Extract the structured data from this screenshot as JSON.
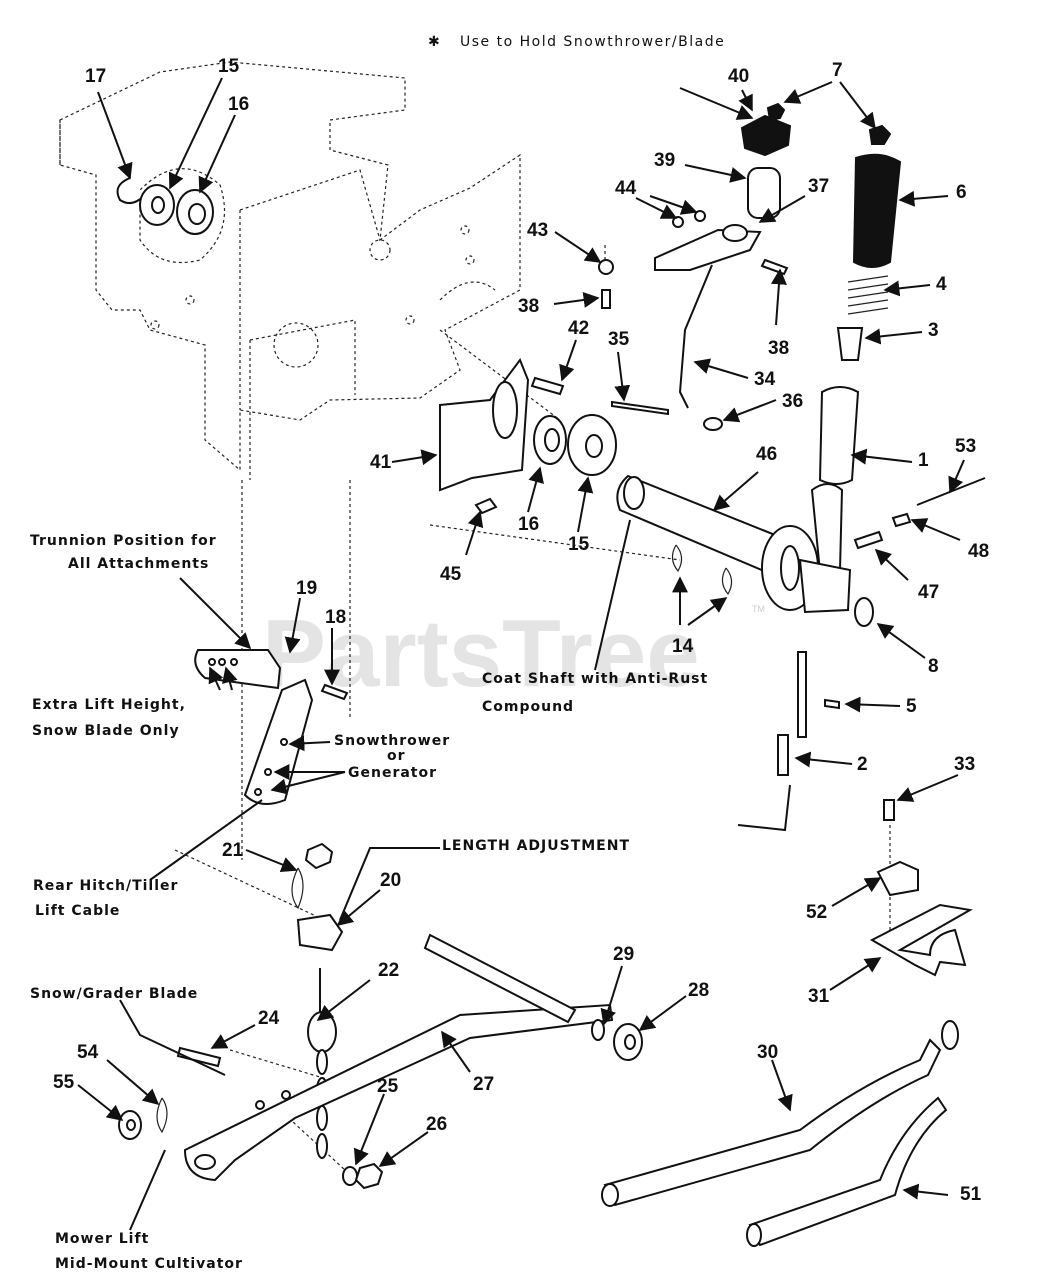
{
  "header_note": "Use to Hold Snowthrower/Blade",
  "header_star": "✱",
  "watermark": "PartsTree",
  "watermark_tm": "TM",
  "annotations": {
    "trunnion_line1": "Trunnion Position for",
    "trunnion_line2": "All Attachments",
    "extra_line1": "Extra Lift Height,",
    "extra_line2": "Snow Blade Only",
    "snowthrower": "Snowthrower",
    "or": "or",
    "generator": "Generator",
    "coat_line1": "Coat Shaft with Anti-Rust",
    "coat_line2": "Compound",
    "length_adjustment": "LENGTH ADJUSTMENT",
    "rear_hitch_line1": "Rear Hitch/Tiller",
    "rear_hitch_line2": "Lift Cable",
    "snow_grader": "Snow/Grader Blade",
    "mower_line1": "Mower Lift",
    "mower_line2": "Mid-Mount Cultivator"
  },
  "callouts": {
    "c17": "17",
    "c15a": "15",
    "c16a": "16",
    "c40": "40",
    "c7": "7",
    "c39": "39",
    "c6": "6",
    "c44": "44",
    "c37": "37",
    "c43": "43",
    "c4": "4",
    "c38a": "38",
    "c42": "42",
    "c35": "35",
    "c3": "3",
    "c38b": "38",
    "c34": "34",
    "c36": "36",
    "c1": "1",
    "c41": "41",
    "c46": "46",
    "c53": "53",
    "c16b": "16",
    "c15b": "15",
    "c45": "45",
    "c48": "48",
    "c47": "47",
    "c19": "19",
    "c18": "18",
    "c14": "14",
    "c8": "8",
    "c5": "5",
    "c2": "2",
    "c33": "33",
    "c21": "21",
    "c20": "20",
    "c52": "52",
    "c22": "22",
    "c29": "29",
    "c28": "28",
    "c31": "31",
    "c24": "24",
    "c54": "54",
    "c27": "27",
    "c55": "55",
    "c25": "25",
    "c26": "26",
    "c30": "30",
    "c51": "51"
  }
}
